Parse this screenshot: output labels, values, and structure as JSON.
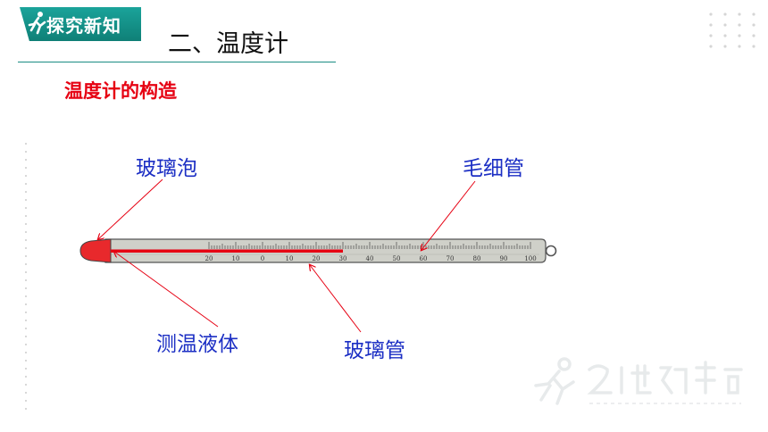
{
  "badge": {
    "text": "探究新知",
    "color": "#12928a"
  },
  "section_title": "二、温度计",
  "subtitle": "温度计的构造",
  "labels": {
    "bulb": "玻璃泡",
    "capillary": "毛细管",
    "liquid": "测温液体",
    "tube": "玻璃管"
  },
  "scale": {
    "tick_labels": [
      "20",
      "10",
      "0",
      "10",
      "20",
      "30",
      "40",
      "50",
      "60",
      "70",
      "80",
      "90",
      "100"
    ],
    "liquid_level": 30,
    "min": -20,
    "max": 100
  },
  "colors": {
    "label_blue": "#1c2fc4",
    "accent_red": "#e60012",
    "teal": "#12928a",
    "tube_gray": "#c9cbc4"
  },
  "icons": [
    "runner-icon",
    "dot-grid-icon",
    "watermark-logo-icon"
  ]
}
